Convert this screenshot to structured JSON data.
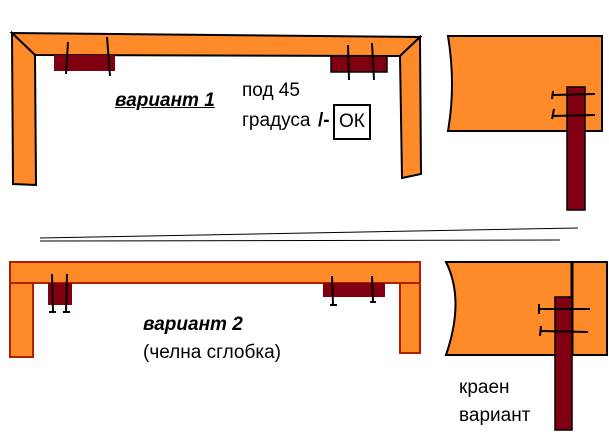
{
  "colors": {
    "wood": "#FF8A2A",
    "block": "#800012",
    "outline": "#000000",
    "edge": "#B02000"
  },
  "variant1": {
    "label": "вариант 1",
    "note_line1": "под 45",
    "note_line2": "градуса",
    "ok": "ОК"
  },
  "variant2": {
    "label": "вариант 2",
    "note": "(челна сглобка)"
  },
  "final": {
    "line1": "краен",
    "line2": "вариант"
  }
}
